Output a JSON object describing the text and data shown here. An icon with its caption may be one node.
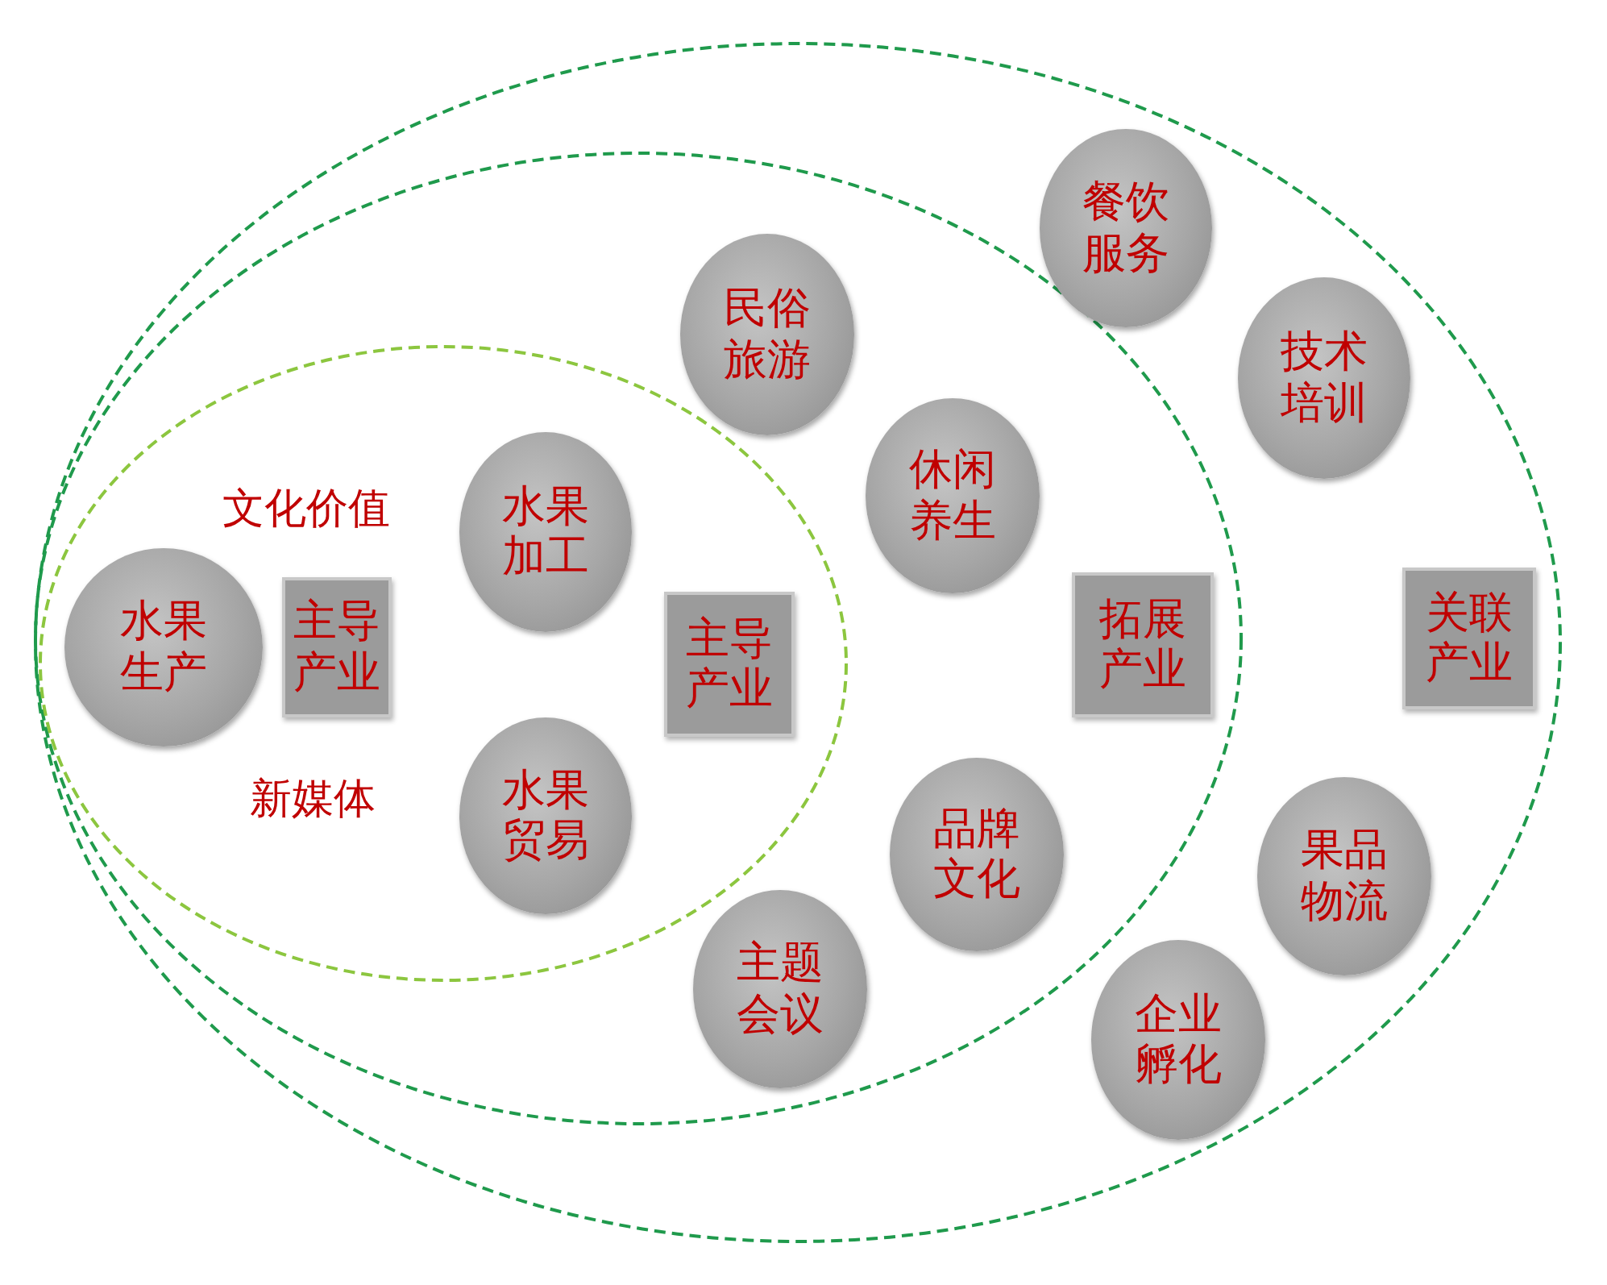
{
  "diagram": {
    "nodes": [
      {
        "text": [],
        "shape": "ellipse"
      },
      {
        "text": [],
        "shape": "ellipse",
        "in": 0
      },
      {
        "text": [],
        "shape": "ellipse",
        "in": 1
      },
      {
        "text": [
          "水果生产"
        ],
        "in": 2
      },
      {
        "text": [
          "主导产业"
        ],
        "in": 2
      },
      {
        "text": [
          "水果加工"
        ],
        "in": 2
      },
      {
        "text": [
          "水果贸易"
        ],
        "in": 2
      },
      {
        "text": [
          "主导产业"
        ],
        "in": 2
      },
      {
        "text": [
          "民俗旅游"
        ],
        "in": 1
      },
      {
        "text": [
          "休闲养生"
        ],
        "in": 1
      },
      {
        "text": [
          "拓展产业"
        ],
        "in": 1
      },
      {
        "text": [
          "品牌文化"
        ],
        "in": 1
      },
      {
        "text": [
          "主题会议"
        ],
        "in": 1
      },
      {
        "text": [
          "餐饮服务"
        ],
        "in": 0
      },
      {
        "text": [
          "技术培训"
        ],
        "in": 0
      },
      {
        "text": [
          "关联产业"
        ],
        "in": 0
      },
      {
        "text": [
          "果品物流"
        ],
        "in": 0
      },
      {
        "text": [
          "企业孵化"
        ],
        "in": 0
      }
    ],
    "edges": [],
    "labels": [
      "文化价值",
      "新媒体"
    ]
  }
}
